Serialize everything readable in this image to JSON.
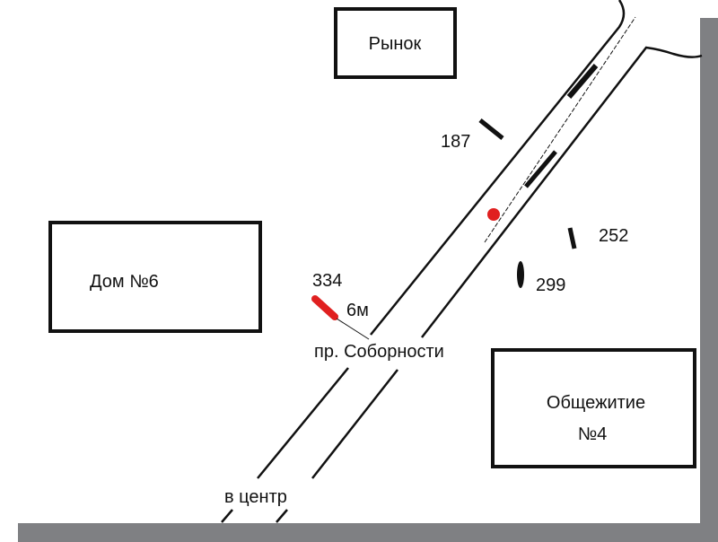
{
  "labels": {
    "market": "Рынок",
    "house": "Дом №6",
    "dorm_line1": "Общежитие",
    "dorm_line2": "№4",
    "street": "пр. Соборности",
    "direction": "в центр",
    "distance": "6м"
  },
  "markers": [
    "187",
    "252",
    "299",
    "334"
  ],
  "colors": {
    "line": "#111111",
    "accent": "#e02020",
    "shadow": "#7f8083"
  }
}
